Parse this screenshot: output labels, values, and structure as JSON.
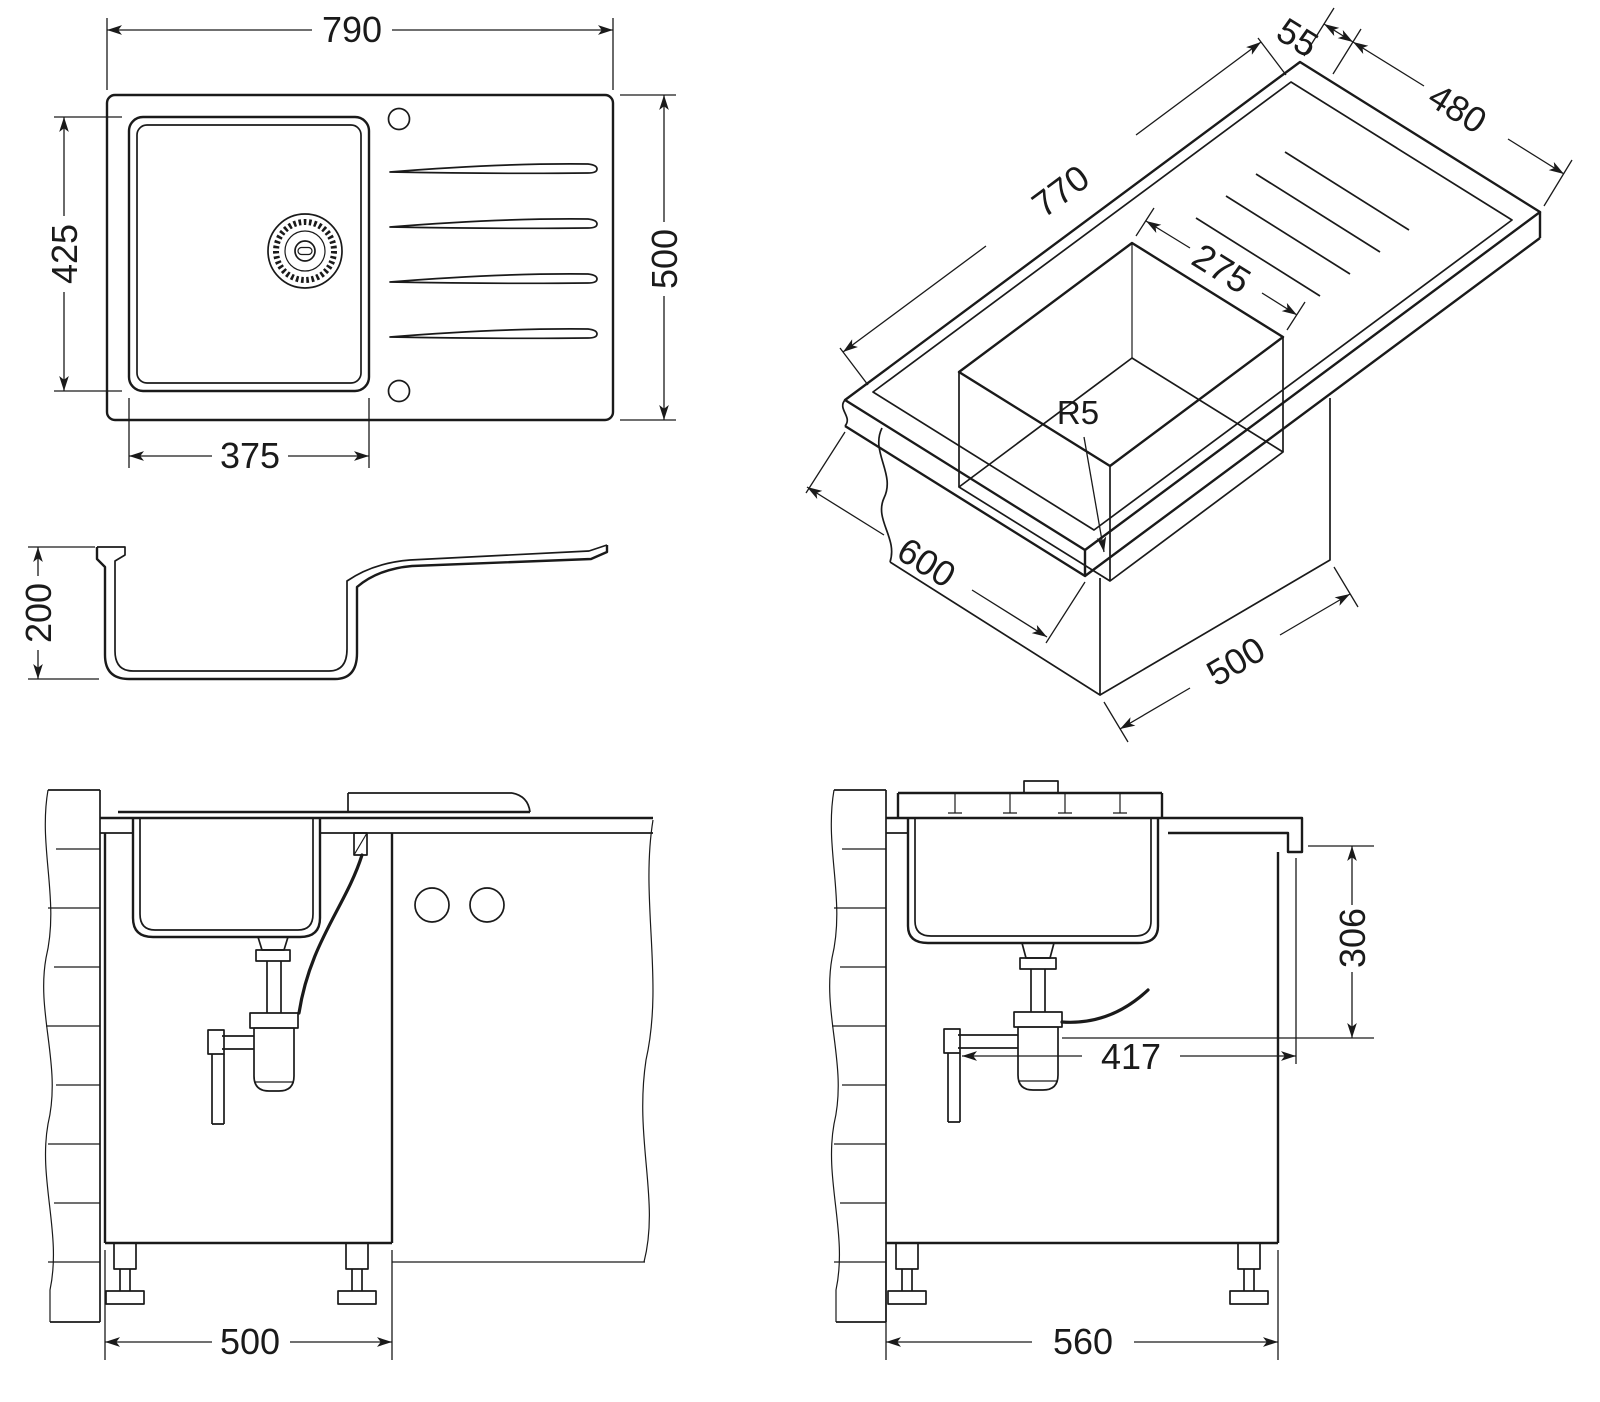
{
  "page": {
    "background": "#ffffff",
    "ink": "#1a1a1a"
  },
  "views": {
    "plan": {
      "dims": {
        "overall_width": "790",
        "overall_depth": "500",
        "bowl_depth": "425",
        "bowl_width": "375"
      }
    },
    "profile": {
      "dims": {
        "height": "200"
      }
    },
    "iso": {
      "dims": {
        "edge_offset": "55",
        "counter_cut_width": "480",
        "cutout_length": "770",
        "bowl_top_width": "275",
        "corner_radius": "R5",
        "counter_depth": "600",
        "cabinet_width": "500"
      }
    },
    "front_section": {
      "dims": {
        "cabinet_width": "500"
      }
    },
    "side_section": {
      "dims": {
        "drain_height": "306",
        "drain_setback": "417",
        "cabinet_depth": "560"
      }
    }
  }
}
